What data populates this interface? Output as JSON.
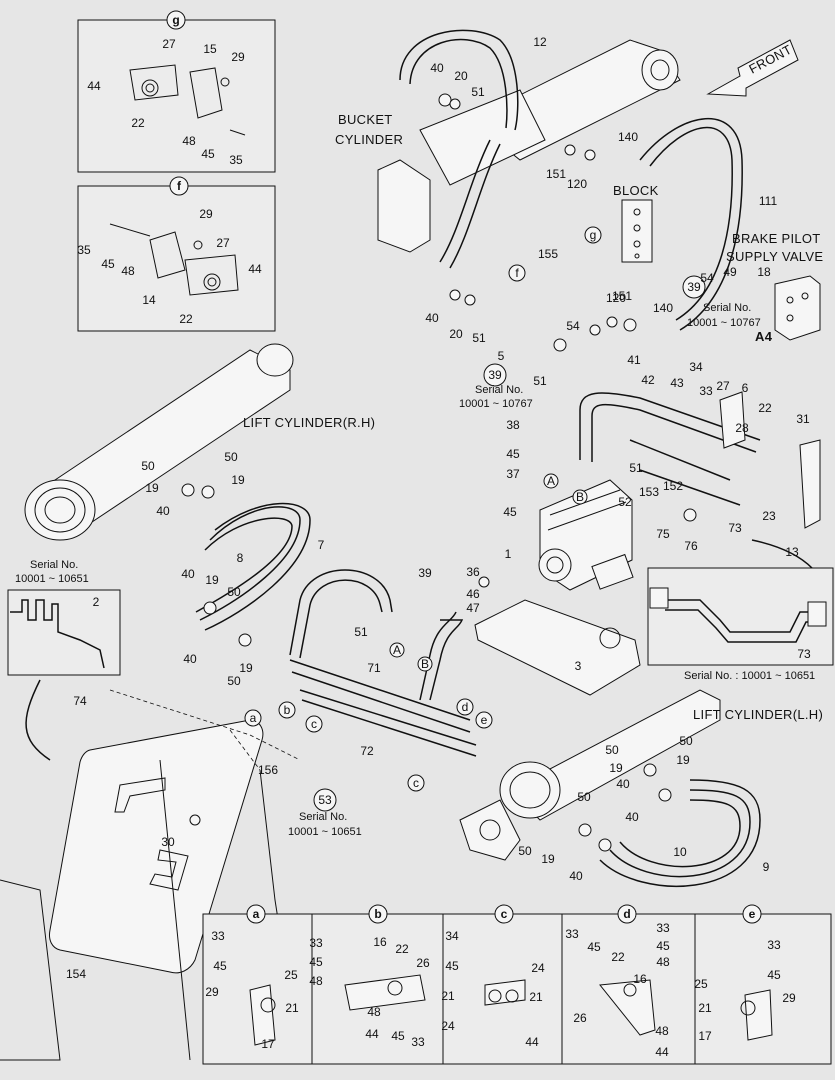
{
  "labels": {
    "bucket_cylinder_1": "BUCKET",
    "bucket_cylinder_2": "CYLINDER",
    "front": "FRONT",
    "block": "BLOCK",
    "brake_1": "BRAKE PILOT",
    "brake_2": "SUPPLY VALVE",
    "lift_rh": "LIFT CYLINDER(R.H)",
    "lift_lh": "LIFT CYLINDER(L.H)",
    "serial_word": "Serial No.",
    "serial_a": "10001 ~ 10767",
    "serial_b": "10001 ~ 10651",
    "serial_c": "Serial No. : 10001 ~ 10651",
    "ref_39": "39",
    "ref_53": "53",
    "a4": "A4"
  },
  "insets": {
    "g": "g",
    "f": "f",
    "a": "a",
    "b": "b",
    "c": "c",
    "d": "d",
    "e": "e"
  },
  "markers": {
    "A": "A",
    "B": "B"
  },
  "callouts": [
    "12",
    "40",
    "20",
    "51",
    "140",
    "151",
    "120",
    "111",
    "18",
    "49",
    "155",
    "54",
    "151",
    "120",
    "140",
    "40",
    "20",
    "51",
    "5",
    "54",
    "51",
    "41",
    "42",
    "43",
    "34",
    "33",
    "27",
    "6",
    "22",
    "31",
    "28",
    "38",
    "45",
    "51",
    "37",
    "153",
    "152",
    "45",
    "23",
    "73",
    "52",
    "75",
    "76",
    "13",
    "1",
    "36",
    "46",
    "47",
    "39",
    "51",
    "3",
    "71",
    "72",
    "8",
    "7",
    "50",
    "50",
    "19",
    "19",
    "40",
    "40",
    "19",
    "50",
    "40",
    "19",
    "50",
    "74",
    "156",
    "30",
    "154",
    "50",
    "50",
    "19",
    "40",
    "19",
    "10",
    "9",
    "50",
    "19",
    "50",
    "40",
    "40",
    "27",
    "15",
    "29",
    "44",
    "22",
    "48",
    "45",
    "35",
    "29",
    "35",
    "45",
    "48",
    "14",
    "27",
    "44",
    "22",
    "33",
    "45",
    "25",
    "29",
    "21",
    "17",
    "33",
    "45",
    "48",
    "16",
    "22",
    "26",
    "48",
    "44",
    "45",
    "33",
    "34",
    "45",
    "24",
    "21",
    "21",
    "24",
    "44",
    "33",
    "45",
    "33",
    "45",
    "22",
    "48",
    "16",
    "26",
    "48",
    "44",
    "33",
    "45",
    "25",
    "21",
    "29",
    "17",
    "2",
    "73"
  ]
}
